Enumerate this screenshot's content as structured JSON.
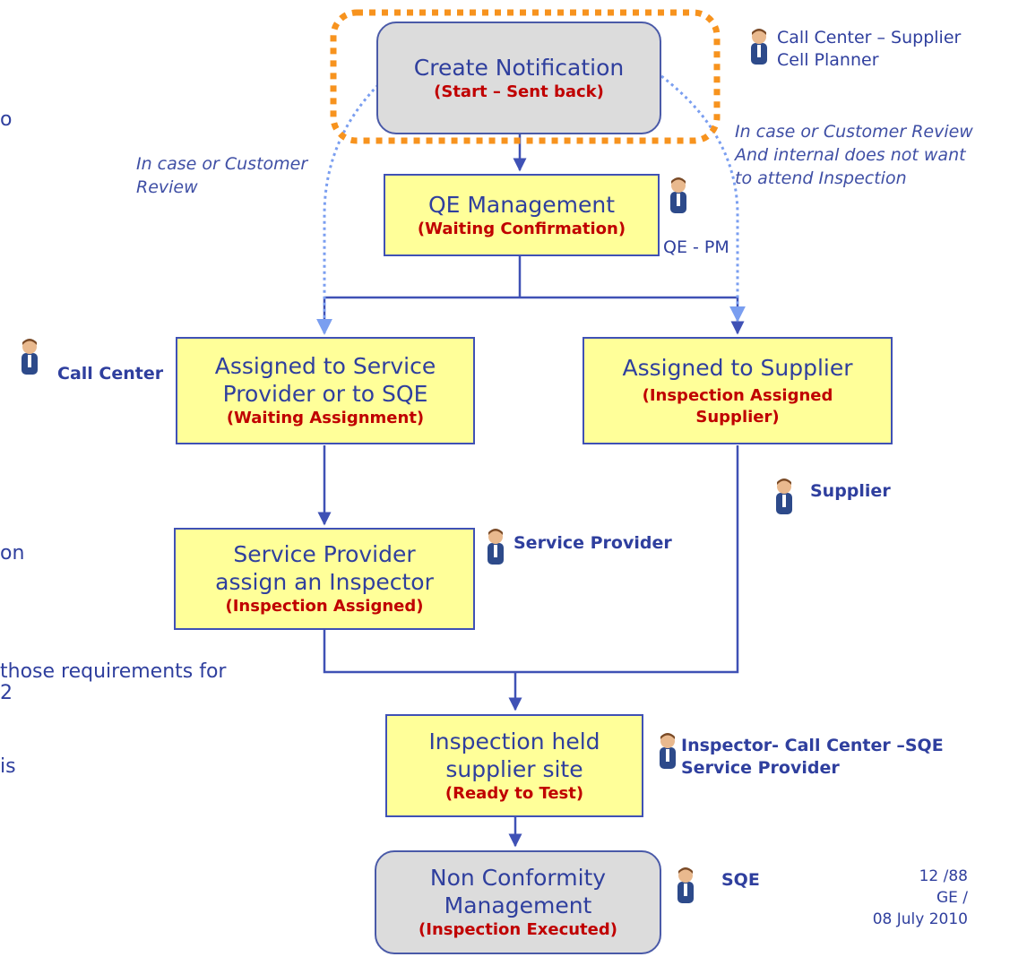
{
  "nodes": {
    "create": {
      "title": "Create Notification",
      "status": "(Start – Sent back)"
    },
    "qe": {
      "title": "QE Management",
      "status": "(Waiting Confirmation)"
    },
    "service_assign": {
      "title_line1": "Assigned to Service",
      "title_line2": "Provider or to SQE",
      "status": "(Waiting Assignment)"
    },
    "supplier_assign": {
      "title": "Assigned to Supplier",
      "status_line1": "(Inspection Assigned",
      "status_line2": "Supplier)"
    },
    "sp_inspector": {
      "title_line1": "Service Provider",
      "title_line2": "assign an Inspector",
      "status": "(Inspection Assigned)"
    },
    "inspection": {
      "title_line1": "Inspection held",
      "title_line2": "supplier site",
      "status": "(Ready to Test)"
    },
    "nonconf": {
      "title_line1": "Non Conformity",
      "title_line2": "Management",
      "status": "(Inspection Executed)"
    }
  },
  "actors": {
    "create_line1": "Call Center – Supplier",
    "create_line2": "Cell Planner",
    "qe": "QE - PM",
    "call_center": "Call Center",
    "supplier": "Supplier",
    "service_provider": "Service Provider",
    "inspection_line1": "Inspector- Call Center –SQE",
    "inspection_line2": "Service Provider",
    "sqe": "SQE"
  },
  "notes": {
    "left_line1": "In case or Customer",
    "left_line2": "Review",
    "right_line1": "In case or Customer Review",
    "right_line2": "And internal does not want",
    "right_line3": "to attend Inspection"
  },
  "cut_text": {
    "a": "o",
    "b": "on",
    "c": "those requirements for",
    "d": "2",
    "e": "is"
  },
  "footer": {
    "page": "12 /88",
    "org": "GE /",
    "date": "08 July 2010"
  },
  "colors": {
    "box_yellow": "#ffff99",
    "box_grey": "#dcdcdc",
    "border": "#3f51b5",
    "status_red": "#c00000",
    "highlight_orange": "#f7931e",
    "dotted_arrow": "#7a9ef0"
  }
}
